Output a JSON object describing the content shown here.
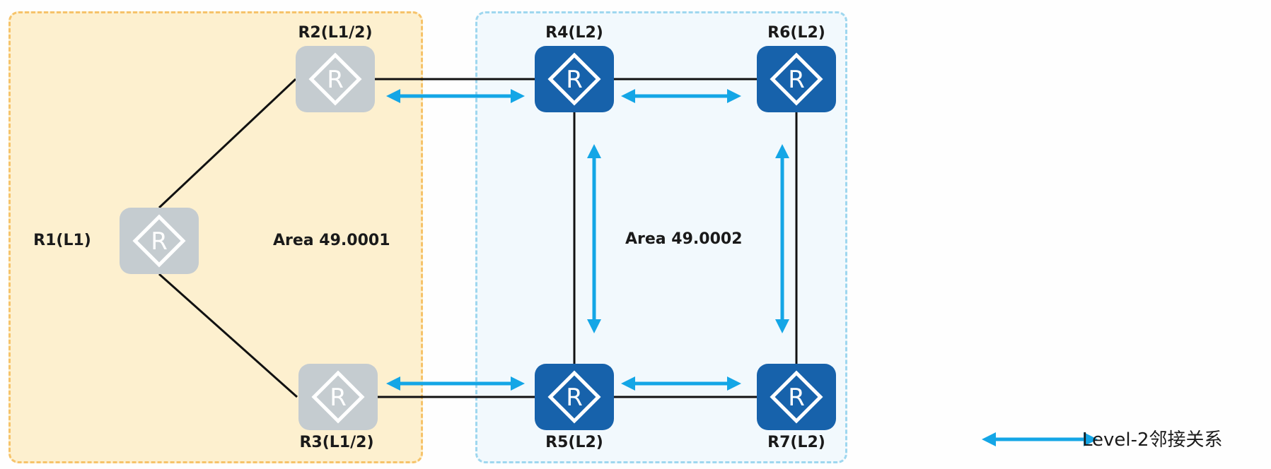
{
  "areas": [
    {
      "id": "area1",
      "label": "Area 49.0001",
      "fill": "#fdf0cf",
      "border": "#f6c36a"
    },
    {
      "id": "area2",
      "label": "Area 49.0002",
      "fill": "#f2f9fd",
      "border": "#9fd7ef"
    }
  ],
  "routers": [
    {
      "id": "R1",
      "label": "R1(L1)",
      "level": "L1",
      "style": "grey"
    },
    {
      "id": "R2",
      "label": "R2(L1/2)",
      "level": "L1/2",
      "style": "grey"
    },
    {
      "id": "R3",
      "label": "R3(L1/2)",
      "level": "L1/2",
      "style": "grey"
    },
    {
      "id": "R4",
      "label": "R4(L2)",
      "level": "L2",
      "style": "blue"
    },
    {
      "id": "R5",
      "label": "R5(L2)",
      "level": "L2",
      "style": "blue"
    },
    {
      "id": "R6",
      "label": "R6(L2)",
      "level": "L2",
      "style": "blue"
    },
    {
      "id": "R7",
      "label": "R7(L2)",
      "level": "L2",
      "style": "blue"
    }
  ],
  "router_icon_glyph": "R",
  "links": [
    [
      "R1",
      "R2"
    ],
    [
      "R1",
      "R3"
    ],
    [
      "R2",
      "R4"
    ],
    [
      "R3",
      "R5"
    ],
    [
      "R4",
      "R6"
    ],
    [
      "R5",
      "R7"
    ],
    [
      "R4",
      "R5"
    ],
    [
      "R6",
      "R7"
    ]
  ],
  "adjacencies": [
    [
      "R2",
      "R4"
    ],
    [
      "R3",
      "R5"
    ],
    [
      "R4",
      "R6"
    ],
    [
      "R5",
      "R7"
    ],
    [
      "R4",
      "R5"
    ],
    [
      "R6",
      "R7"
    ]
  ],
  "legend": {
    "label": "Level-2邻接关系",
    "arrow_color": "#14a6e6"
  },
  "colors": {
    "router_grey": "#c5ccd0",
    "router_blue": "#1762ab",
    "link": "#111111",
    "adjacency_arrow": "#14a6e6"
  }
}
